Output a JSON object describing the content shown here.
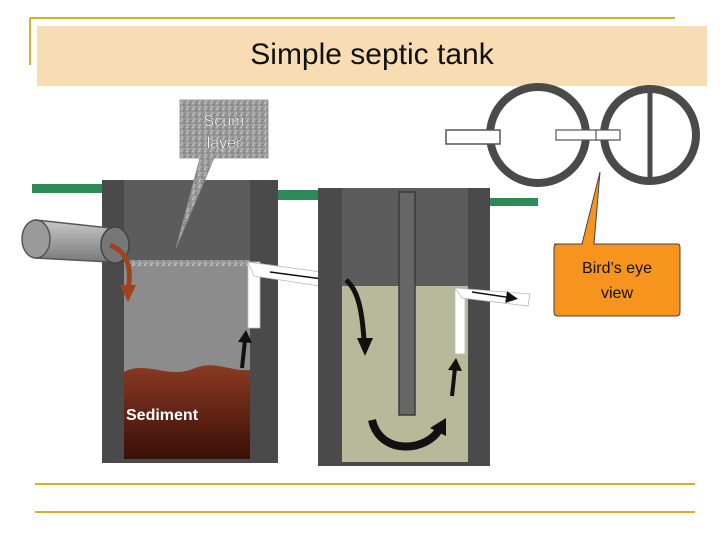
{
  "slide": {
    "title": "Simple septic tank"
  },
  "labels": {
    "scum": "Scum layer",
    "scum_line1": "Scum",
    "scum_line2": "layer",
    "sediment": "Sediment",
    "birds_eye_line1": "Bird’s eye",
    "birds_eye_line2": "view"
  },
  "colors": {
    "title_band": "#f8dcb4",
    "frame_lines": "#d4b12c",
    "tank_wall": "#4a4a4a",
    "ground": "#2e8b57",
    "callout_orange": "#f7941d",
    "sediment": "#7a2a1a"
  }
}
